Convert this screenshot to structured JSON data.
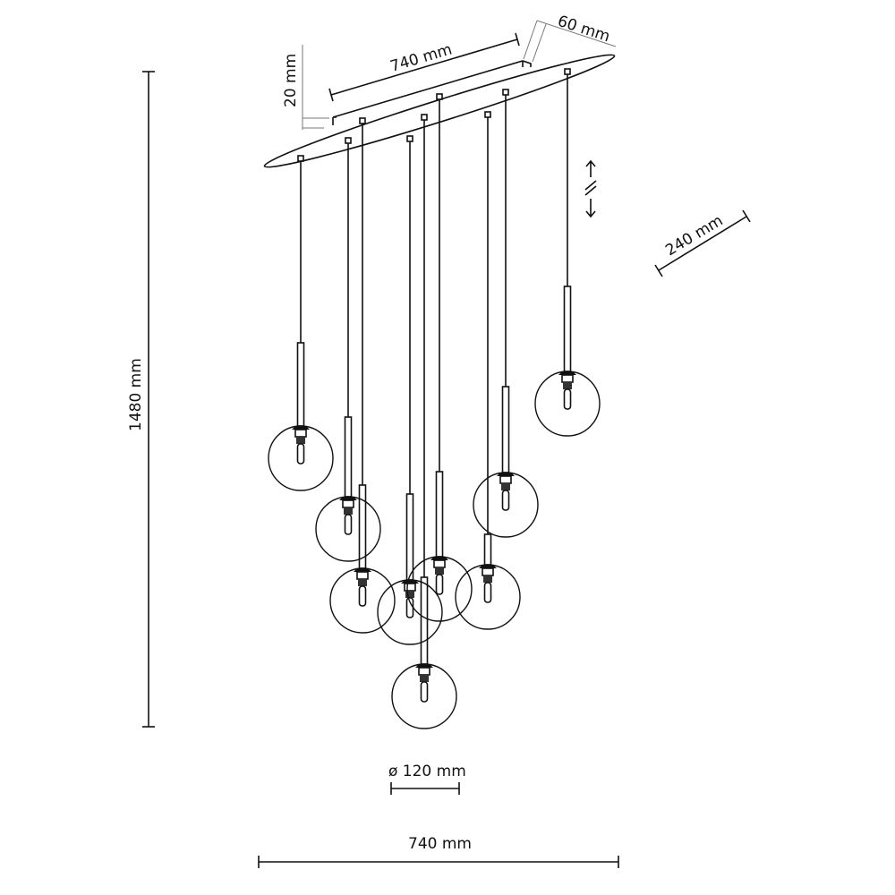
{
  "title": "Pendant lamp dimension drawing",
  "dimensions": {
    "canopy_length": "740 mm",
    "canopy_depth": "60 mm",
    "canopy_height": "20 mm",
    "canopy_width": "240 mm",
    "total_height": "1480 mm",
    "globe_diameter": "ø 120 mm",
    "total_width": "740 mm"
  },
  "pendant_count": 9,
  "colors": {
    "line": "#111111",
    "aux": "#777777"
  }
}
